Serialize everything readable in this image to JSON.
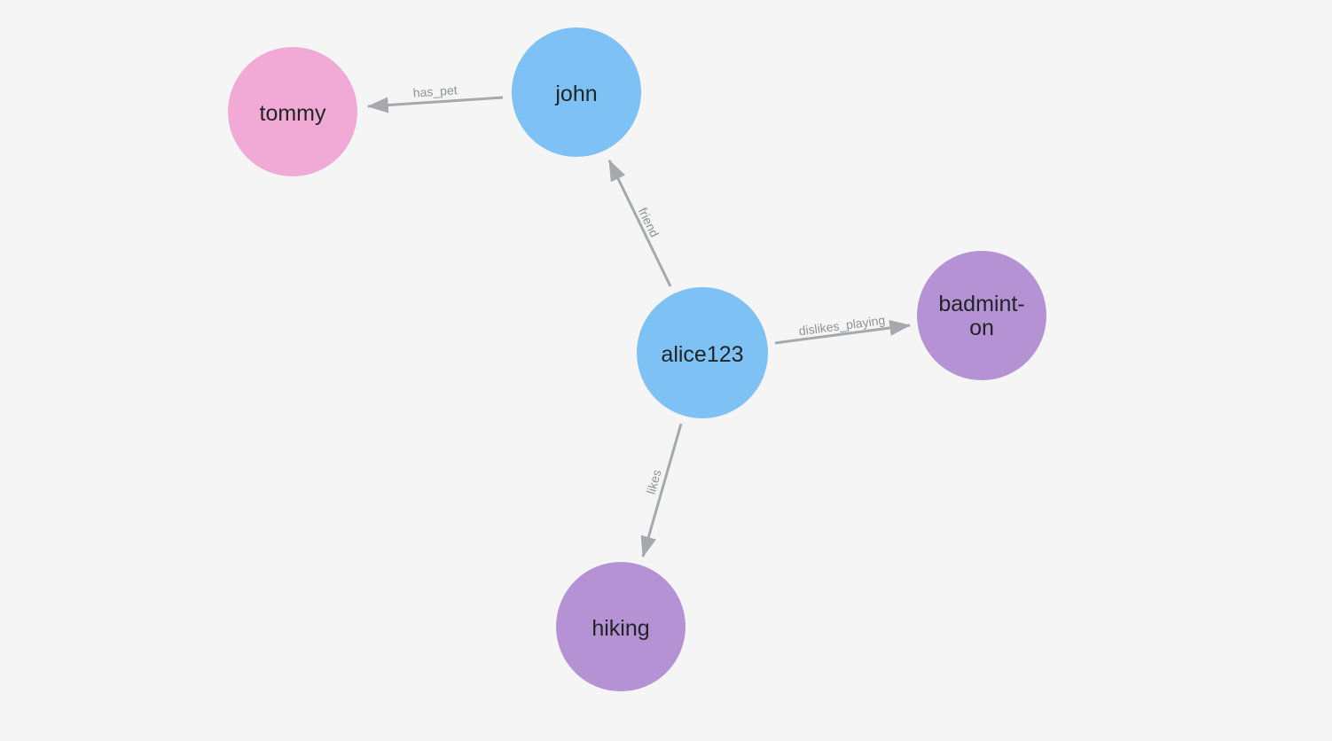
{
  "canvas": {
    "background": "#f5f5f6"
  },
  "colors": {
    "person_node": "#7ec1f4",
    "pet_node": "#f1aad6",
    "activity_node": "#b492d3",
    "edge_line": "#a5a8ad",
    "edge_label": "#8f9297",
    "node_label": "#222427"
  },
  "graph": {
    "nodes": [
      {
        "name": "tommy",
        "label": "tommy",
        "color": "#f1aad6"
      },
      {
        "name": "john",
        "label": "john",
        "color": "#7ec1f4"
      },
      {
        "name": "alice123",
        "label": "alice123",
        "color": "#7ec1f4"
      },
      {
        "name": "badminton",
        "label_line1": "badmint-",
        "label_line2": "on",
        "color": "#b492d3"
      },
      {
        "name": "hiking",
        "label": "hiking",
        "color": "#b492d3"
      }
    ],
    "edges": [
      {
        "label": "has_pet",
        "source": "john",
        "target": "tommy"
      },
      {
        "label": "friend",
        "source": "alice123",
        "target": "john"
      },
      {
        "label": "dislikes_playing",
        "source": "alice123",
        "target": "badminton"
      },
      {
        "label": "likes",
        "source": "alice123",
        "target": "hiking"
      }
    ]
  }
}
